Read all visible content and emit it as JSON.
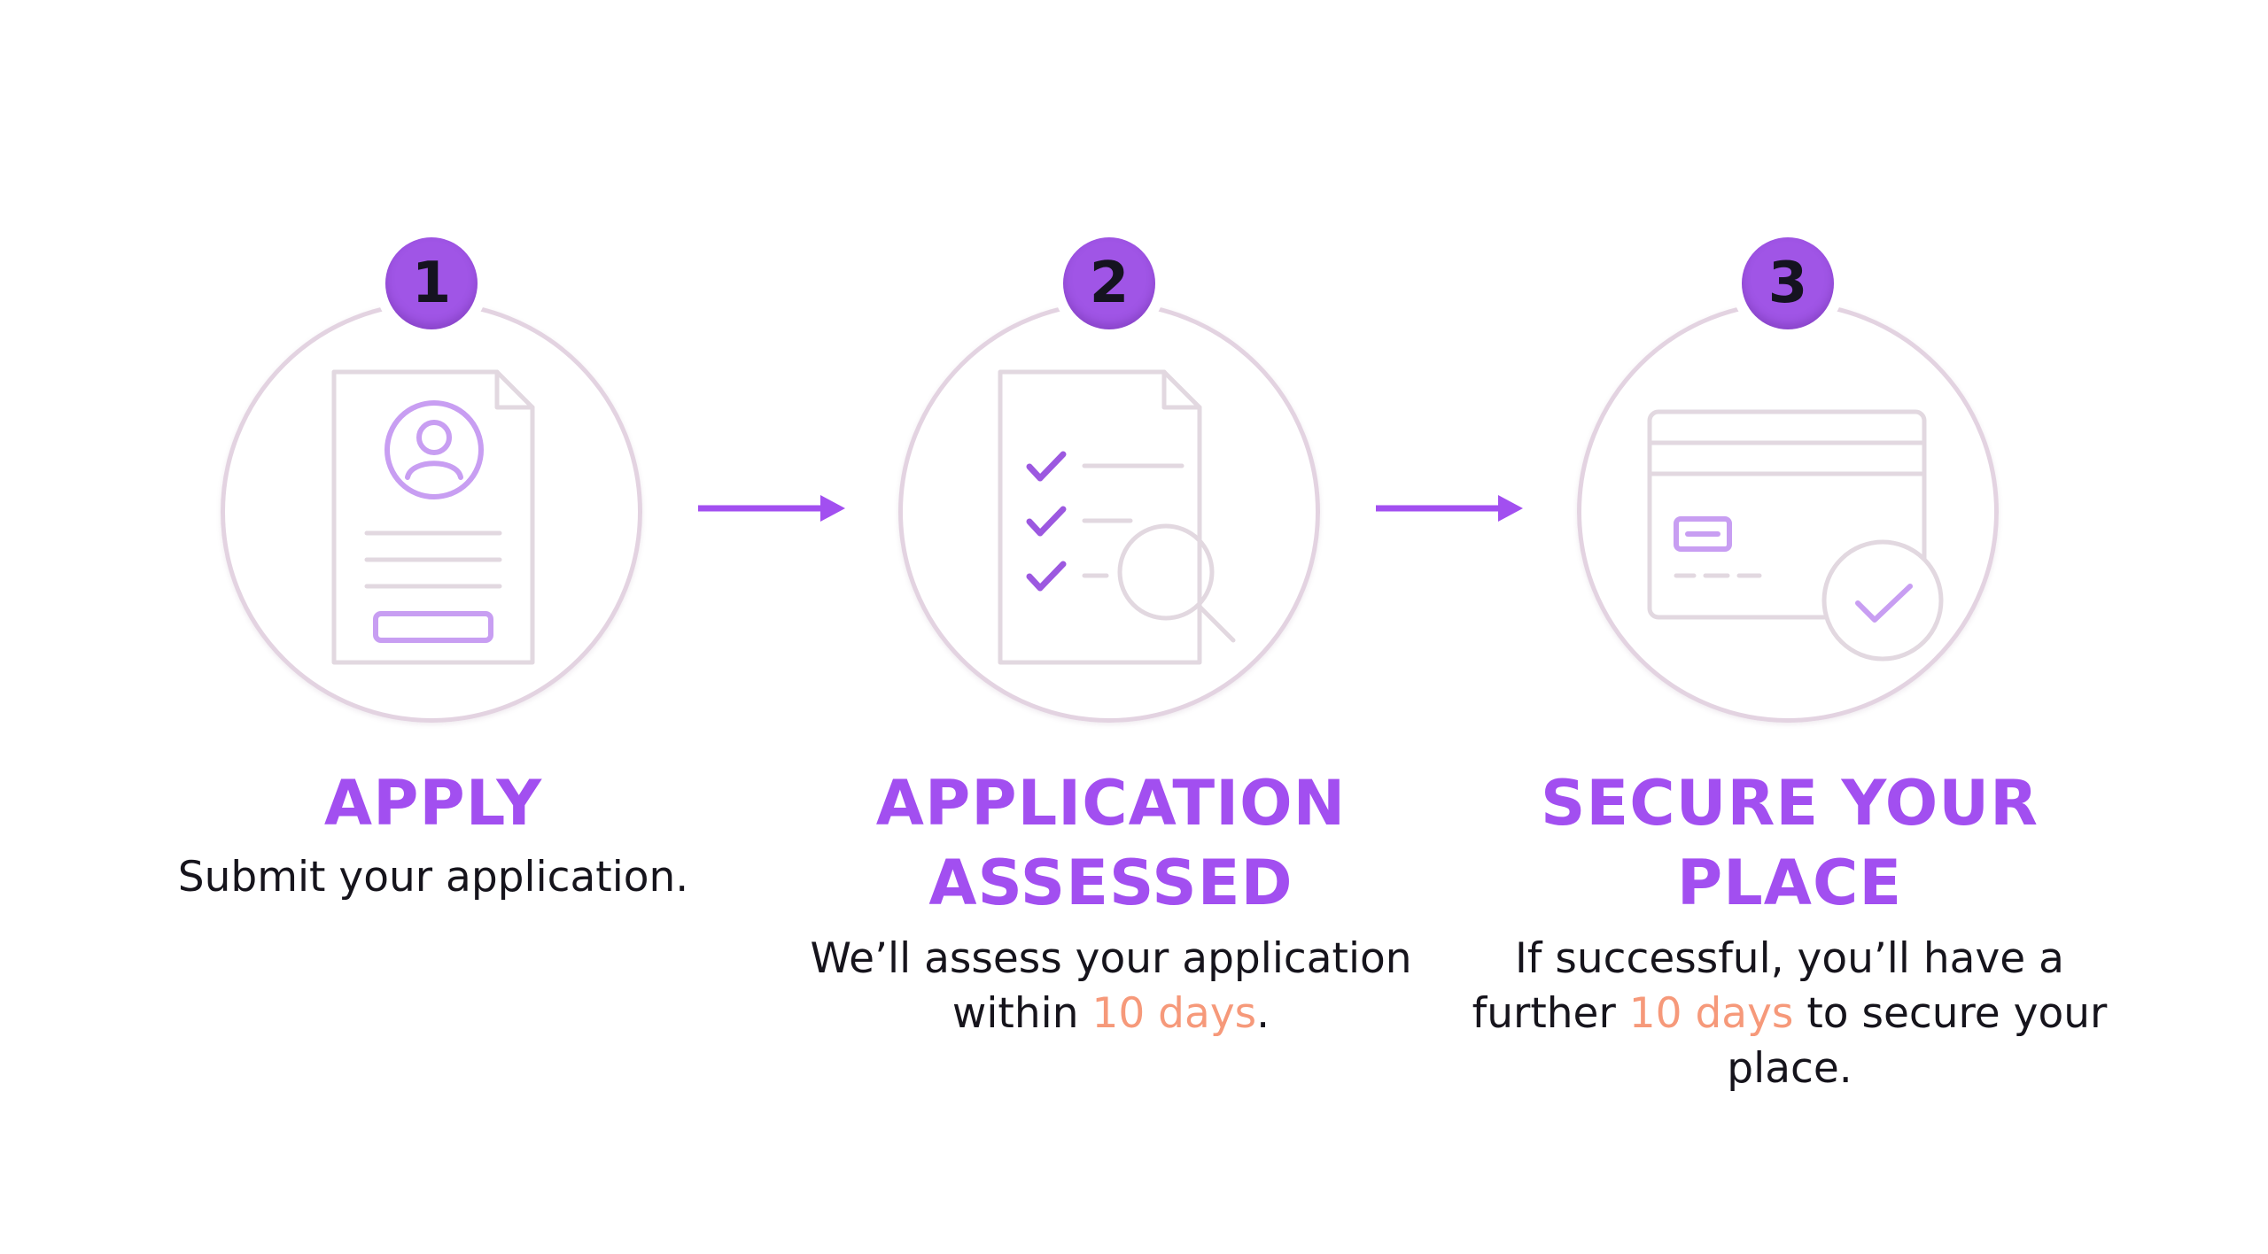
{
  "colors": {
    "accent": "#a24ff0",
    "badge": "#a055e6",
    "highlight": "#f6997a",
    "text": "#16141c",
    "ring": "#e3d3e1"
  },
  "steps": [
    {
      "number": "1",
      "title": "APPLY",
      "icon": "application-form-icon",
      "desc": "Submit your application."
    },
    {
      "number": "2",
      "title": "APPLICATION ASSESSED",
      "icon": "checklist-search-icon",
      "desc_before": "We’ll assess your application within ",
      "desc_highlight": "10 days",
      "desc_after": "."
    },
    {
      "number": "3",
      "title": "SECURE YOUR PLACE",
      "icon": "payment-card-check-icon",
      "desc_before": "If successful, you’ll have a further ",
      "desc_highlight": "10 days",
      "desc_after": " to secure your place."
    }
  ]
}
